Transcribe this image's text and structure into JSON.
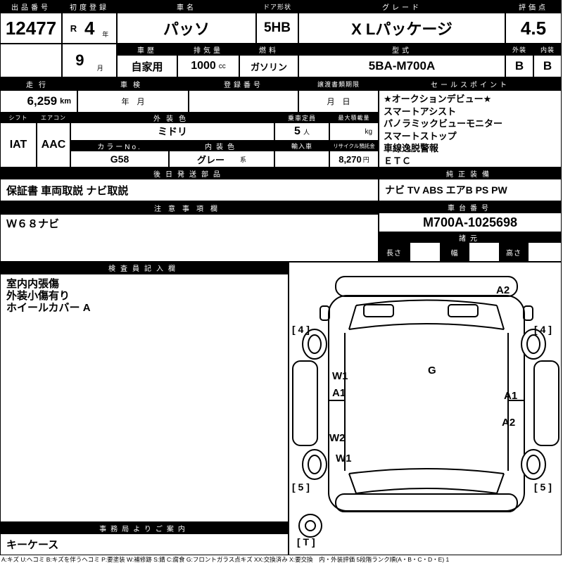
{
  "colors": {
    "header_bg": "#000000",
    "paper": "#ffffff",
    "ink": "#000000"
  },
  "top": {
    "lot_label": "出品番号",
    "lot_number": "12477",
    "first_reg_label": "初度登録",
    "first_reg_era": "R",
    "first_reg_year": "4",
    "first_reg_year_unit": "年",
    "first_reg_month": "9",
    "first_reg_month_unit": "月",
    "car_name_label": "車名",
    "car_name": "パッソ",
    "door_label": "ドア形状",
    "door_shape": "5HB",
    "grade_label": "グレード",
    "grade": "X Lパッケージ",
    "score_label": "評価点",
    "score": "4.5",
    "history_label": "車歴",
    "history": "自家用",
    "displacement_label": "排気量",
    "displacement": "1000",
    "displacement_unit": "cc",
    "fuel_label": "燃料",
    "fuel": "ガソリン",
    "model_label": "型式",
    "model_code": "5BA-M700A",
    "exterior_label": "外装",
    "exterior_grade": "B",
    "interior_label": "内装",
    "interior_grade": "B"
  },
  "mileage": {
    "label": "走行",
    "value": "6,259",
    "unit": "km",
    "inspection_label": "車検",
    "inspection_value": "年　月",
    "registration_label": "登録番号",
    "registration_value": "",
    "transfer_label": "譲渡書類期限",
    "transfer_value": "月　日"
  },
  "sales_points": {
    "label": "セールスポイント",
    "items": [
      "★オークションデビュー★",
      "スマートアシスト",
      "パノラミックビューモニター",
      "スマートストップ",
      "車線逸脱警報",
      "ＥＴＣ"
    ]
  },
  "specs": {
    "shift_label": "シフト",
    "shift": "IAT",
    "aircon_label": "エアコン",
    "aircon": "AAC",
    "exterior_color_label": "外装色",
    "exterior_color": "ミドリ",
    "capacity_label": "乗車定員",
    "capacity": "5",
    "capacity_unit": "人",
    "payload_label": "最大積載量",
    "payload_unit": "kg",
    "color_no_label": "カラーNo.",
    "color_no": "G58",
    "interior_color_label": "内装色",
    "interior_color": "グレー",
    "interior_color_suffix": "系",
    "import_label": "輸入車",
    "import_value": "",
    "recycle_label": "リサイクル預託金",
    "recycle_value": "8,270",
    "recycle_unit": "円"
  },
  "shipping": {
    "label": "後日発送部品",
    "value": "保証書 車両取説 ナビ取説"
  },
  "equipment": {
    "label": "純正装備",
    "value": "ナビ TV ABS エアB PS PW"
  },
  "notes": {
    "label": "注意事項欄",
    "value": "Ｗ６８ナビ"
  },
  "chassis": {
    "label": "車台番号",
    "number": "M700A-1025698"
  },
  "dimensions": {
    "label": "諸元",
    "length_label": "長さ",
    "width_label": "幅",
    "height_label": "高さ"
  },
  "inspector": {
    "label": "検査員記入欄",
    "lines": [
      "室内内張傷",
      "外装小傷有り",
      "ホイールカバー A"
    ]
  },
  "office": {
    "label": "事務局よりご案内",
    "value": "キーケース"
  },
  "diagram": {
    "marks": {
      "front_panel_a2": "A2",
      "front_left_corner": "[ 4 ]",
      "front_right_corner": "[ 4 ]",
      "left_front_door_w1": "W1",
      "left_front_door_a1": "A1",
      "windshield_g": "G",
      "right_front_door_a1": "A1",
      "right_rear_door_a2": "A2",
      "left_rear_w2": "W2",
      "left_rear_w1": "W1",
      "rear_left_corner": "[ 5 ]",
      "rear_right_corner": "[ 5 ]",
      "spare_tire": "[ T ]"
    }
  },
  "footer": {
    "legend": "A:キズ U:ヘコミ B:キズを伴うヘコミ P:要塗装 W:補修跡 S:錆 C:腐食 G:フロントガラス点キズ XX:交換済み X:要交換　内・外装評価 5段階ランク順(A・B・C・D・E) 1"
  }
}
